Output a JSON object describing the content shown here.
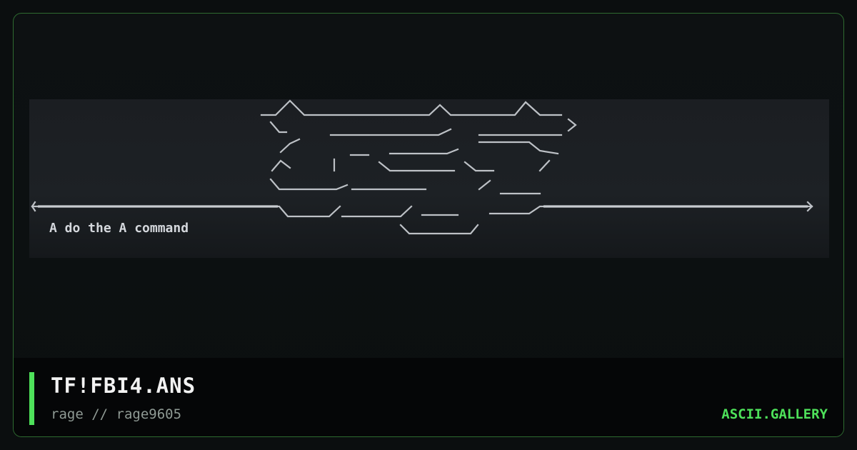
{
  "artwork": {
    "caption": "A  do the A command"
  },
  "footer": {
    "title": "TF!FBI4.ANS",
    "subtitle": "rage // rage9605",
    "brand": "ASCII.GALLERY"
  },
  "colors": {
    "accent": "#4ee15a",
    "border": "#2e6b30",
    "art_foreground": "#d4d7dc"
  }
}
